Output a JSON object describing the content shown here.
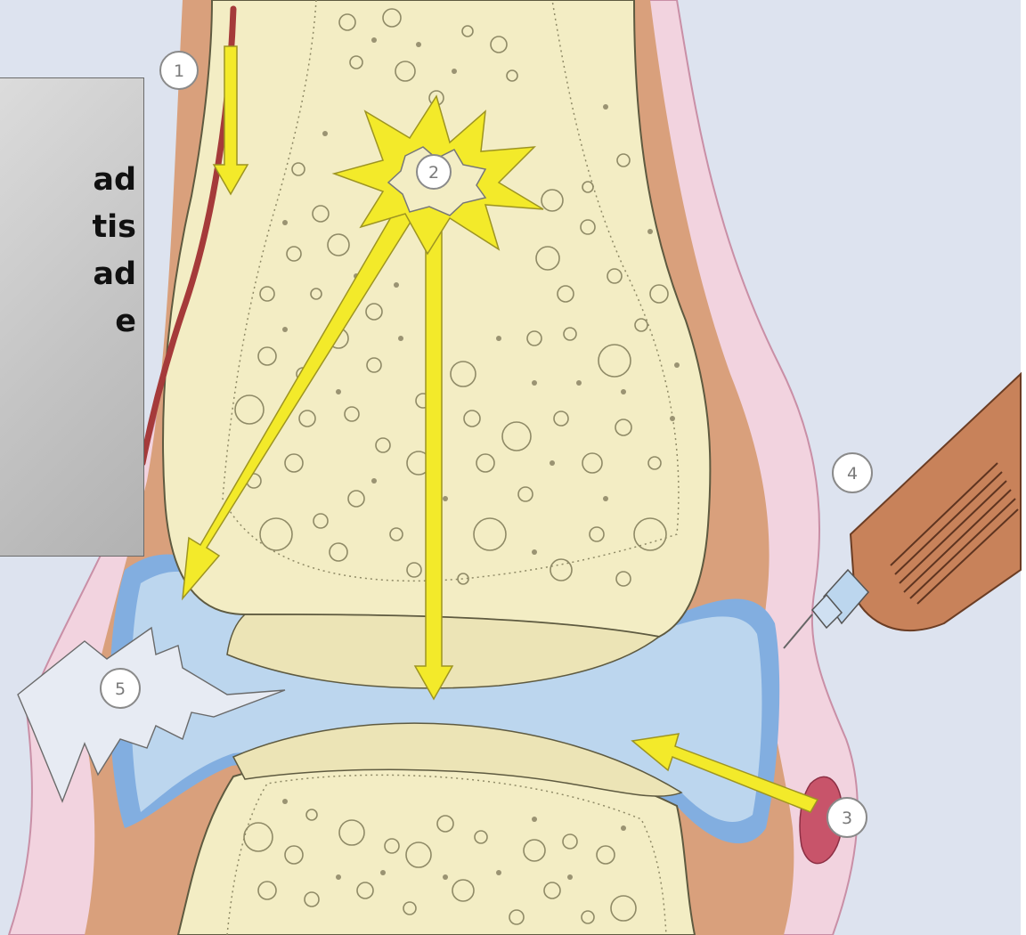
{
  "diagram": {
    "markers": [
      {
        "id": "marker-1",
        "label": "1"
      },
      {
        "id": "marker-2",
        "label": "2"
      },
      {
        "id": "marker-3",
        "label": "3"
      },
      {
        "id": "marker-4",
        "label": "4"
      },
      {
        "id": "marker-5",
        "label": "5"
      }
    ],
    "colors": {
      "background": "#dde3ef",
      "bone": "#f3edc4",
      "skin": "#f2d3df",
      "soft_tissue": "#d9a07c",
      "joint_fluid": "#bcd6ee",
      "capsule": "#82aee0",
      "arrow": "#f3ea2a",
      "vessel": "#a53a3a",
      "syringe": "#c8825a",
      "marker_text": "#7a7a7a"
    }
  },
  "text_box": {
    "lines": [
      "ad",
      "tis",
      "ad",
      "e"
    ]
  }
}
